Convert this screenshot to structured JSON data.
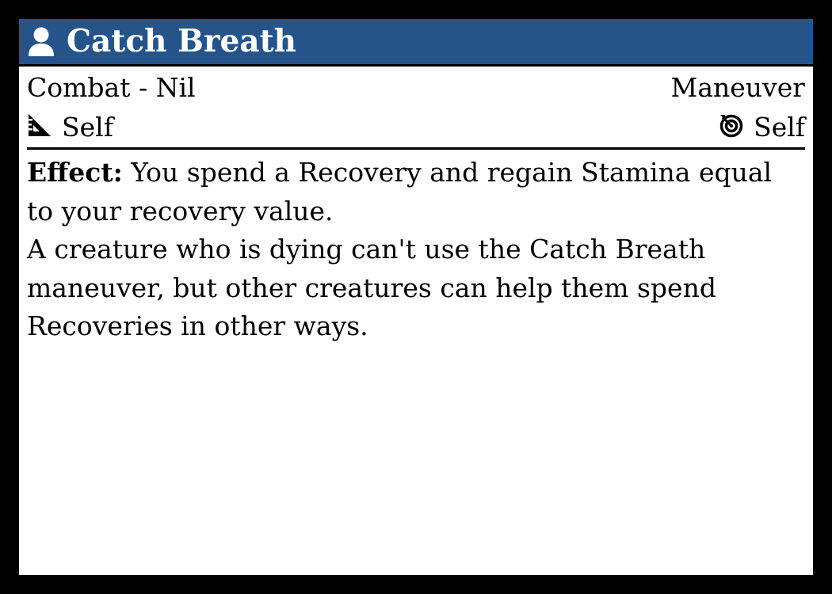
{
  "card": {
    "title": "Catch Breath",
    "header_icon": "person-icon",
    "header_color": "#25548b",
    "keywords": "Combat - Nil",
    "action_type": "Maneuver",
    "distance_icon": "ruler-triangle-icon",
    "distance": "Self",
    "target_icon": "target-icon",
    "target": "Self",
    "effect_label": "Effect:",
    "effect_text": " You spend a Recovery and regain Stamina equal to your recovery value.",
    "note_text": "A creature who is dying can't use the Catch Breath maneuver, but other creatures can help them spend Recoveries in other ways."
  }
}
